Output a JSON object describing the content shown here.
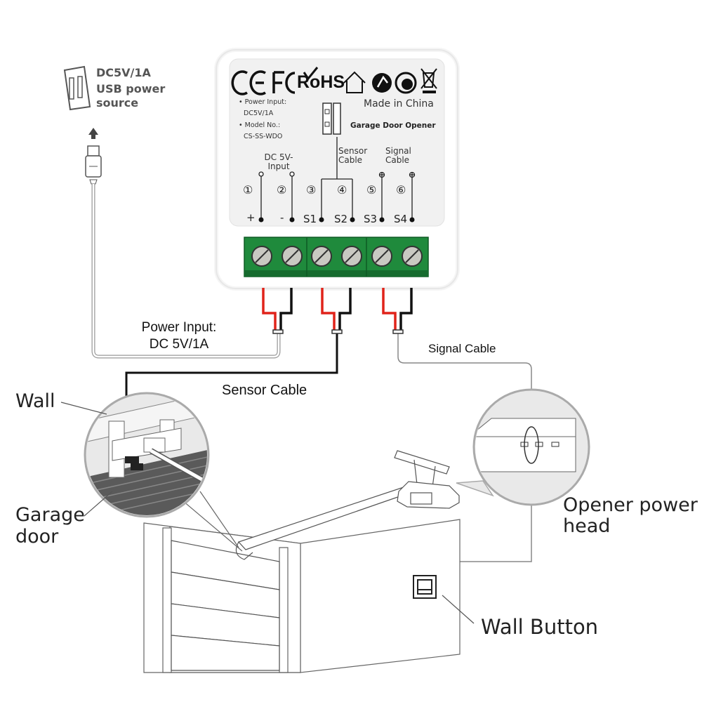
{
  "usb_source": {
    "line1": "DC5V/1A",
    "line2": "USB power",
    "line3": "source"
  },
  "device": {
    "cert_text": "RoHS",
    "made_in": "Made in China",
    "product_name": "Garage Door Opener",
    "spec_power_label": "• Power Input:",
    "spec_power_value": "DC5V/1A",
    "spec_model_label": "• Model No.:",
    "spec_model_value": "CS-SS-WDO",
    "group_dc_label": "DC 5V-\nInput",
    "group_sensor_label": "Sensor\nCable",
    "group_signal_label": "Signal\nCable",
    "terminals": [
      {
        "number": "①",
        "label": "+"
      },
      {
        "number": "②",
        "label": "-"
      },
      {
        "number": "③",
        "label": "S1"
      },
      {
        "number": "④",
        "label": "S2"
      },
      {
        "number": "⑤",
        "label": "S3"
      },
      {
        "number": "⑥",
        "label": "S4"
      }
    ]
  },
  "callouts": {
    "power_input": "Power Input:\nDC 5V/1A",
    "sensor_cable": "Sensor Cable",
    "signal_cable": "Signal Cable",
    "wall": "Wall",
    "garage_door": "Garage\ndoor",
    "opener_power_head": "Opener power\nhead",
    "wall_button": "Wall Button"
  },
  "colors": {
    "terminal_green": "#1f8a3c",
    "wire_red": "#e0231a",
    "wire_black": "#111111",
    "device_body": "#ffffff",
    "label_panel": "#f1f1f1"
  }
}
